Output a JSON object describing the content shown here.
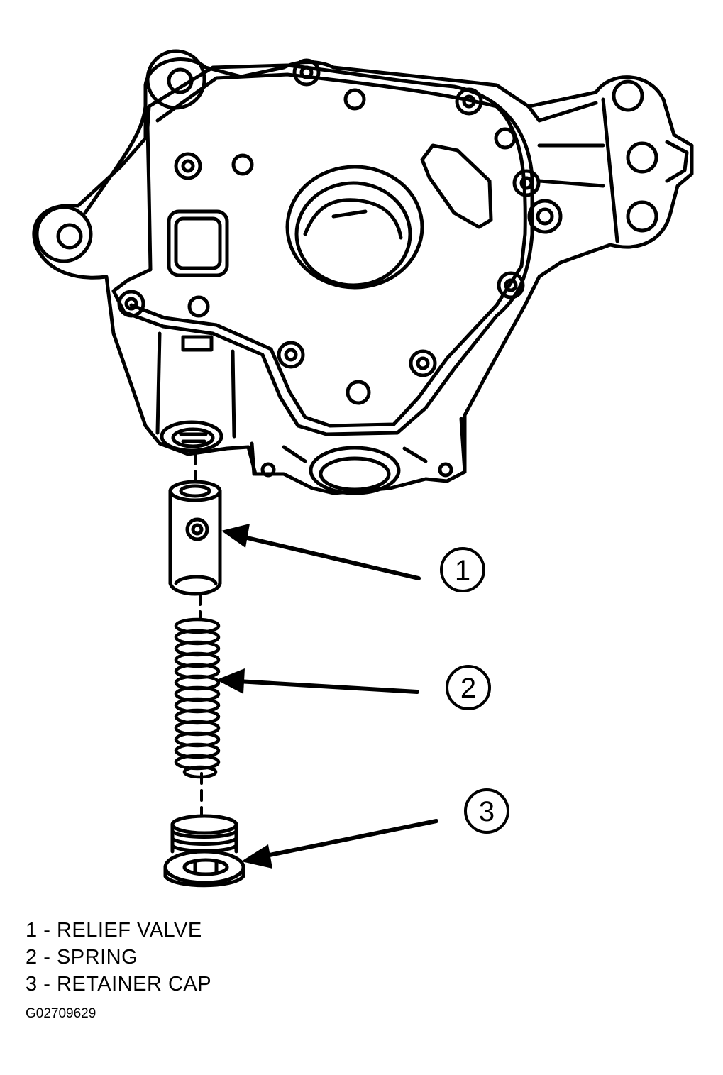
{
  "callouts": [
    {
      "number": "1"
    },
    {
      "number": "2"
    },
    {
      "number": "3"
    }
  ],
  "legend": [
    {
      "number": "1",
      "separator": "-",
      "label": "RELIEF VALVE"
    },
    {
      "number": "2",
      "separator": "-",
      "label": "SPRING"
    },
    {
      "number": "3",
      "separator": "-",
      "label": "RETAINER CAP"
    }
  ],
  "figure_id": "G02709629",
  "colors": {
    "line": "#000000",
    "background": "#ffffff"
  }
}
